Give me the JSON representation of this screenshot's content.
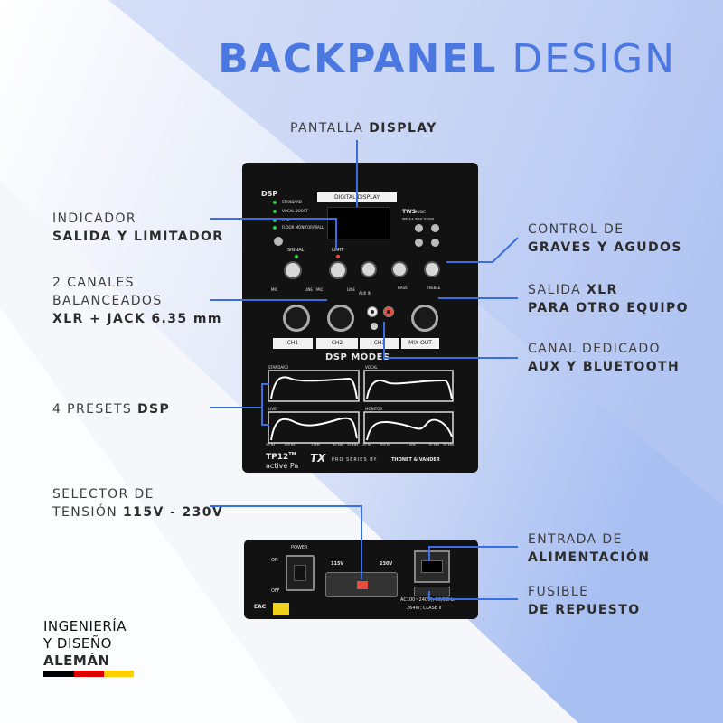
{
  "title": {
    "bold": "BACKPANEL",
    "light": "DESIGN"
  },
  "labels": {
    "display": {
      "light": "PANTALLA ",
      "bold": "DISPLAY"
    },
    "indicator": {
      "line1": "INDICADOR",
      "bold": "SALIDA Y LIMITADOR"
    },
    "channels": {
      "line1": "2 CANALES",
      "line2": "BALANCEADOS",
      "bold": "XLR + JACK 6.35 mm"
    },
    "presets": {
      "light": "4 PRESETS ",
      "bold": "DSP"
    },
    "voltage": {
      "line1": "SELECTOR DE",
      "light": "TENSIÓN ",
      "bold": "115V - 230V"
    },
    "tone": {
      "line1": "CONTROL DE",
      "bold": "GRAVES Y AGUDOS"
    },
    "xlr_out": {
      "light": "SALIDA ",
      "bold_a": "XLR",
      "bold": "PARA OTRO EQUIPO"
    },
    "aux": {
      "line1": "CANAL DEDICADO",
      "bold": "AUX Y BLUETOOTH"
    },
    "power_in": {
      "line1": "ENTRADA DE",
      "bold": "ALIMENTACIÓN"
    },
    "fuse": {
      "line1": "FUSIBLE",
      "bold": "DE REPUESTO"
    },
    "engineering": {
      "line1": "INGENIERÍA",
      "line2": "Y DISEÑO",
      "bold": "ALEMÁN"
    }
  },
  "panel": {
    "dsp_title": "DSP",
    "dsp_modes_list": [
      "STANDARD",
      "VOCAL BOOST",
      "LIVE",
      "FLOOR MONITOR/WALL"
    ],
    "display_label": "DIGITAL DISPLAY",
    "tws": "TWS",
    "press_hold": "PRESS & HOLD TO PAIR",
    "music": "MUSIC",
    "signal": "SIGNAL",
    "limit": "LIMIT",
    "mic": "MIC",
    "line": "LINE",
    "aux_in": "AUX IN",
    "bass": "BASS",
    "treble": "TREBLE",
    "slots": [
      "CH1",
      "CH2",
      "CH3",
      "MIX OUT"
    ],
    "dsp_modes_title": "DSP MODES",
    "graph_titles": [
      "STANDARD",
      "VOCAL",
      "LIVE",
      "MONITOR"
    ],
    "freqs": [
      "20 Hz",
      "100 Hz",
      "1 kHz",
      "10 kHz",
      "20 kHz"
    ],
    "model": "TP12",
    "model_sup": "TM",
    "model_sub": "active Pa",
    "brand": "PRO SERIES BY",
    "brand2": "THONET & VANDER"
  },
  "lower_panel": {
    "power": "POWER",
    "on": "ON",
    "off": "OFF",
    "v115": "115V",
    "v230": "230V",
    "rating": "AC100~240V(; 50/60Hz)",
    "rating2": "264W; CLASE II",
    "eac": "EAC"
  },
  "colors": {
    "accent": "#4a78e0",
    "line": "#3b6ee0",
    "flag": [
      "#000000",
      "#dd0000",
      "#ffce00"
    ]
  }
}
